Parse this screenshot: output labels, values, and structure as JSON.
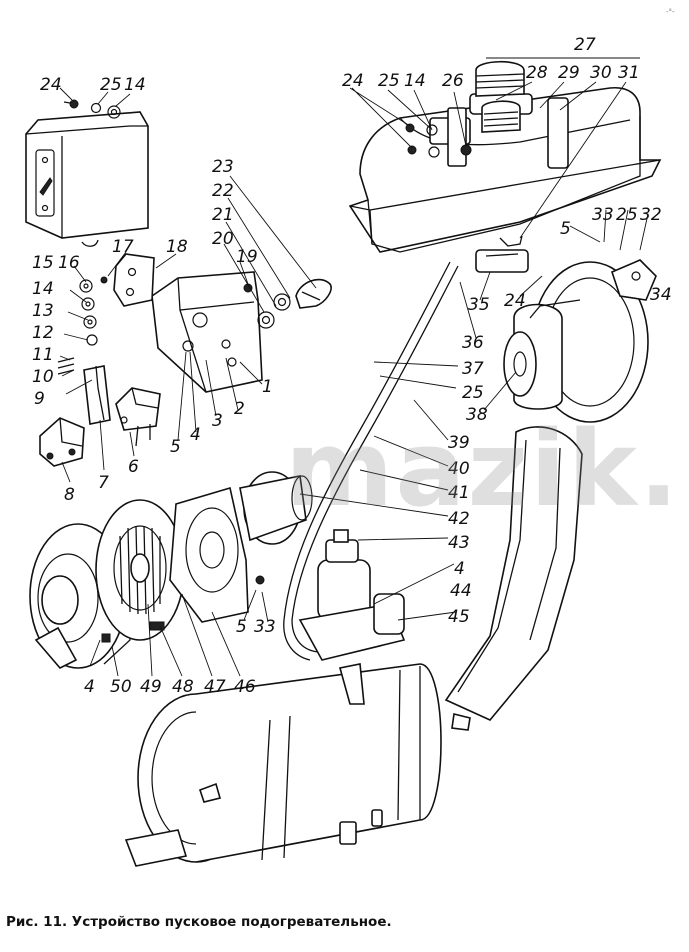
{
  "caption": "Рис. 11. Устройство пусковое подогревательное.",
  "watermark": "mazik.by",
  "corner_mark": "-°-",
  "labels": {
    "l24a": "24",
    "l25a": "25",
    "l14a": "14",
    "l24b": "24",
    "l25b": "25",
    "l14b": "14",
    "l26": "26",
    "l27": "27",
    "l28": "28",
    "l29": "29",
    "l30": "30",
    "l31": "31",
    "l23": "23",
    "l22": "22",
    "l21": "21",
    "l20": "20",
    "l19": "19",
    "l18": "18",
    "l17": "17",
    "l16": "16",
    "l15": "15",
    "l14c": "14",
    "l13": "13",
    "l12": "12",
    "l11": "11",
    "l10": "10",
    "l9": "9",
    "l1": "1",
    "l2": "2",
    "l3": "3",
    "l4a": "4",
    "l5a": "5",
    "l6": "6",
    "l7": "7",
    "l8": "8",
    "l5b": "5",
    "l33a": "33",
    "l25c": "25",
    "l32": "32",
    "l34": "34",
    "l24c": "24",
    "l35": "35",
    "l36": "36",
    "l37": "37",
    "l25d": "25",
    "l38": "38",
    "l39": "39",
    "l40": "40",
    "l41": "41",
    "l42": "42",
    "l43": "43",
    "l4b": "4",
    "l44": "44",
    "l45": "45",
    "l5c": "5",
    "l33b": "33",
    "l4c": "4",
    "l50": "50",
    "l49": "49",
    "l48": "48",
    "l47": "47",
    "l46": "46"
  },
  "colors": {
    "ink": "#111111",
    "paper": "#ffffff",
    "watermark": "#8c8c8c"
  }
}
